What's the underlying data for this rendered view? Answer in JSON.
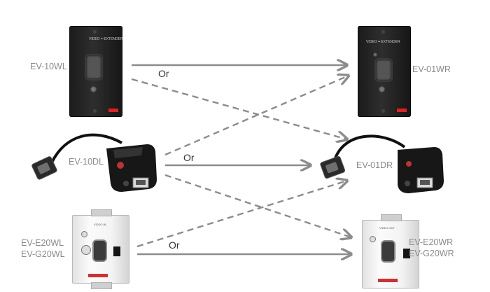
{
  "labels": {
    "ev10wl": "EV-10WL",
    "ev01wr": "EV-01WR",
    "ev10dl": "EV-10DL",
    "ev01dr": "EV-01DR",
    "ev_e20wl": "EV-E20WL",
    "ev_g20wl": "EV-G20WL",
    "ev_e20wr": "EV-E20WR",
    "ev_g20wr": "EV-G20WR"
  },
  "connectors": {
    "or_top": "Or",
    "or_middle": "Or",
    "or_bottom": "Or"
  },
  "colors": {
    "arrow": "#8c8c8c",
    "label": "#8a8a8a",
    "or_text": "#333333"
  }
}
